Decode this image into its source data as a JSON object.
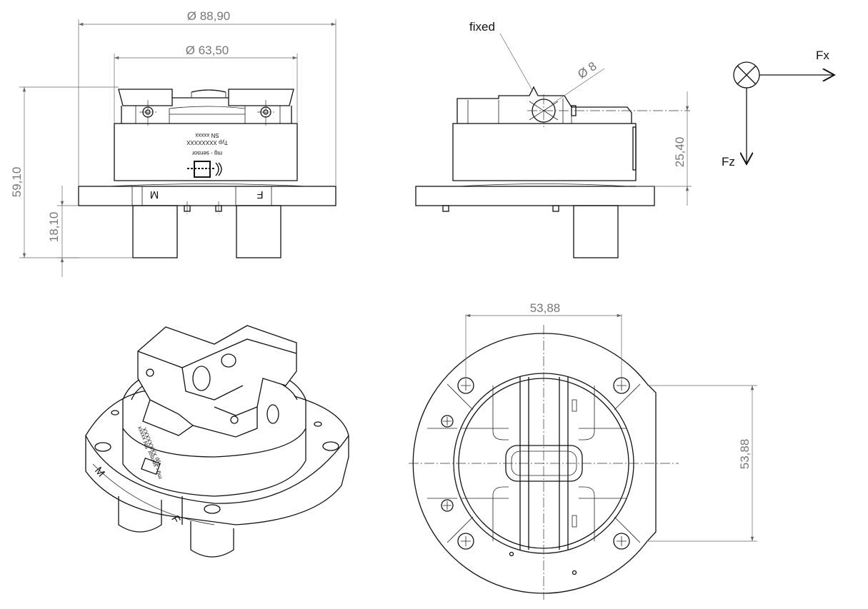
{
  "dimensions": {
    "outer_diameter": "Ø 88,90",
    "inner_diameter": "Ø 63,50",
    "total_height": "59,10",
    "pin_height": "18,10",
    "body_height": "25,40",
    "hole_diameter": "Ø 8",
    "bolt_spacing_x": "53,88",
    "bolt_spacing_y": "53,88"
  },
  "labels": {
    "fixed": "fixed",
    "fx": "Fx",
    "fz": "Fz",
    "mark_m": "M",
    "mark_f": "F"
  },
  "plate_text": {
    "type_line": "Typ XXXXXXXX",
    "serial_line": "SN xxxxx",
    "brand": "mg - sensor"
  }
}
